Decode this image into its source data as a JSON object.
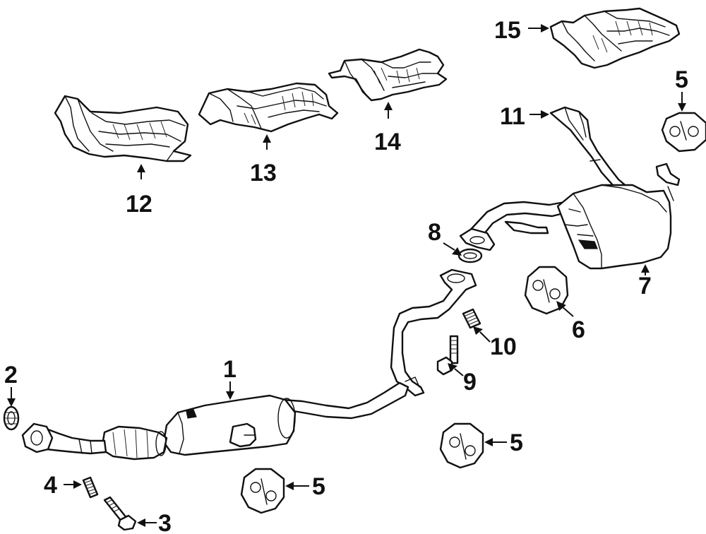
{
  "callouts": [
    {
      "id": "c1",
      "label": "1"
    },
    {
      "id": "c2",
      "label": "2"
    },
    {
      "id": "c3",
      "label": "3"
    },
    {
      "id": "c4",
      "label": "4"
    },
    {
      "id": "c5a",
      "label": "5"
    },
    {
      "id": "c5b",
      "label": "5"
    },
    {
      "id": "c5c",
      "label": "5"
    },
    {
      "id": "c6",
      "label": "6"
    },
    {
      "id": "c7",
      "label": "7"
    },
    {
      "id": "c8",
      "label": "8"
    },
    {
      "id": "c9",
      "label": "9"
    },
    {
      "id": "c10",
      "label": "10"
    },
    {
      "id": "c11",
      "label": "11"
    },
    {
      "id": "c12",
      "label": "12"
    },
    {
      "id": "c13",
      "label": "13"
    },
    {
      "id": "c14",
      "label": "14"
    },
    {
      "id": "c15",
      "label": "15"
    }
  ]
}
